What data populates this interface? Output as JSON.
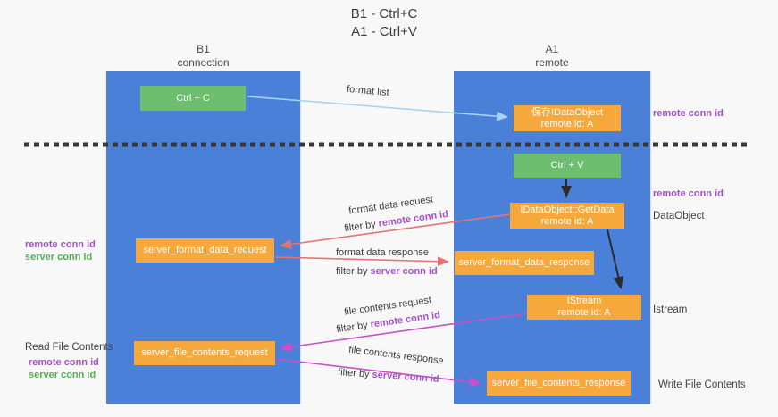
{
  "title": {
    "line1": "B1 - Ctrl+C",
    "line2": "A1 - Ctrl+V"
  },
  "columns": {
    "left": {
      "name": "B1",
      "role": "connection"
    },
    "right": {
      "name": "A1",
      "role": "remote"
    }
  },
  "nodes": {
    "ctrl_c": {
      "label": "Ctrl + C"
    },
    "ctrl_v": {
      "label": "Ctrl + V"
    },
    "save_dataobject": {
      "line1": "保存IDataObject",
      "line2": "remote id: A"
    },
    "getdata": {
      "line1": "IDataObject::GetData",
      "line2": "remote id: A"
    },
    "istream": {
      "line1": "IStream",
      "line2": "remote id: A"
    },
    "server_format_data_request": {
      "label": "server_format_data_request"
    },
    "server_format_data_response": {
      "label": "server_format_data_response"
    },
    "server_file_contents_request": {
      "label": "server_file_contents_request"
    },
    "server_file_contents_response": {
      "label": "server_file_contents_response"
    }
  },
  "edge_labels": {
    "format_list": "format list",
    "format_data_request": "format data request",
    "format_data_response": "format data response",
    "file_contents_request": "file contents request",
    "file_contents_response": "file contents response",
    "filter_by": "filter by",
    "remote_conn_id": "remote conn id",
    "server_conn_id": "server conn id"
  },
  "side_labels": {
    "right_remote_conn_id_top": "remote conn id",
    "right_remote_conn_id_mid": "remote conn id",
    "right_dataobject": "DataObject",
    "right_istream": "Istream",
    "right_write_file_contents": "Write File Contents",
    "left_remote_conn_id_top": "remote conn id",
    "left_server_conn_id_top": "server conn id",
    "left_read_file_contents": "Read File Contents",
    "left_remote_conn_id_bottom": "remote conn id",
    "left_server_conn_id_bottom": "server conn id"
  },
  "colors": {
    "column_blue": "#4a80d8",
    "box_orange": "#f7a83d",
    "box_green": "#6dbe6e",
    "arrow_lightblue": "#a7d3f2",
    "arrow_salmon": "#e57373",
    "arrow_magenta": "#cc4fc7",
    "arrow_black": "#2b2b2b",
    "dashed_line": "#383838",
    "label_purple": "#a352c9",
    "label_green": "#54ae54"
  }
}
